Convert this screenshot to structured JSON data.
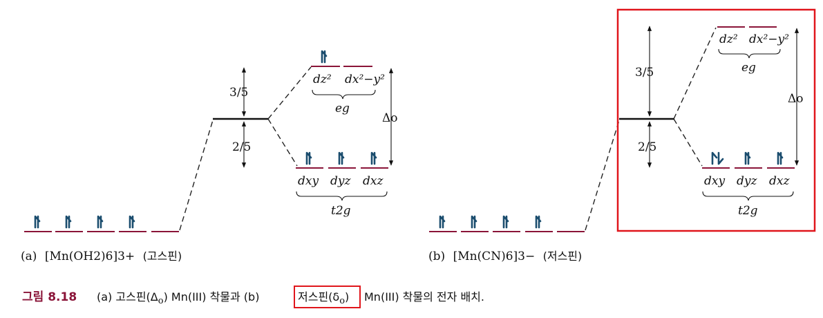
{
  "diagram_a": {
    "frac_top": "3/5",
    "frac_bottom": "2/5",
    "delta_o": "Δo",
    "orb_dz2": "dz²",
    "orb_dx2y2": "dx²−y²",
    "orb_dxy": "dxy",
    "orb_dyz": "dyz",
    "orb_dxz": "dxz",
    "set_eg": "eg",
    "set_t2g": "t2g",
    "label_prefix": "(a)",
    "formula": "[Mn(OH2)6]3+",
    "spin": "(고스핀)",
    "electrons_free_ion": [
      1,
      1,
      1,
      1,
      0
    ],
    "electrons_eg": [
      1,
      0
    ],
    "electrons_t2g": [
      1,
      1,
      1
    ]
  },
  "diagram_b": {
    "frac_top": "3/5",
    "frac_bottom": "2/5",
    "delta_o": "Δo",
    "orb_dz2": "dz²",
    "orb_dx2y2": "dx²−y²",
    "orb_dxy": "dxy",
    "orb_dyz": "dyz",
    "orb_dxz": "dxz",
    "set_eg": "eg",
    "set_t2g": "t2g",
    "label_prefix": "(b)",
    "formula": "[Mn(CN)6]3−",
    "spin": "(저스핀)",
    "electrons_free_ion": [
      1,
      1,
      1,
      1,
      0
    ],
    "electrons_eg": [
      0,
      0
    ],
    "electrons_t2g": [
      2,
      1,
      1
    ]
  },
  "caption": {
    "figure_number": "그림 8.18",
    "text_1": "(a) 고스핀(Δ",
    "text_1_sub": "o",
    "text_2": ") Mn(III) 착물과 (b)",
    "highlight_1": "저스핀(δ",
    "highlight_sub": "o",
    "highlight_2": ")",
    "text_3": "Mn(III) 착물의 전자 배치."
  },
  "colors": {
    "level": "#8a1438",
    "electron": "#1b4d6e",
    "highlight_box": "#e0151b",
    "figure_number": "#8a1438"
  }
}
